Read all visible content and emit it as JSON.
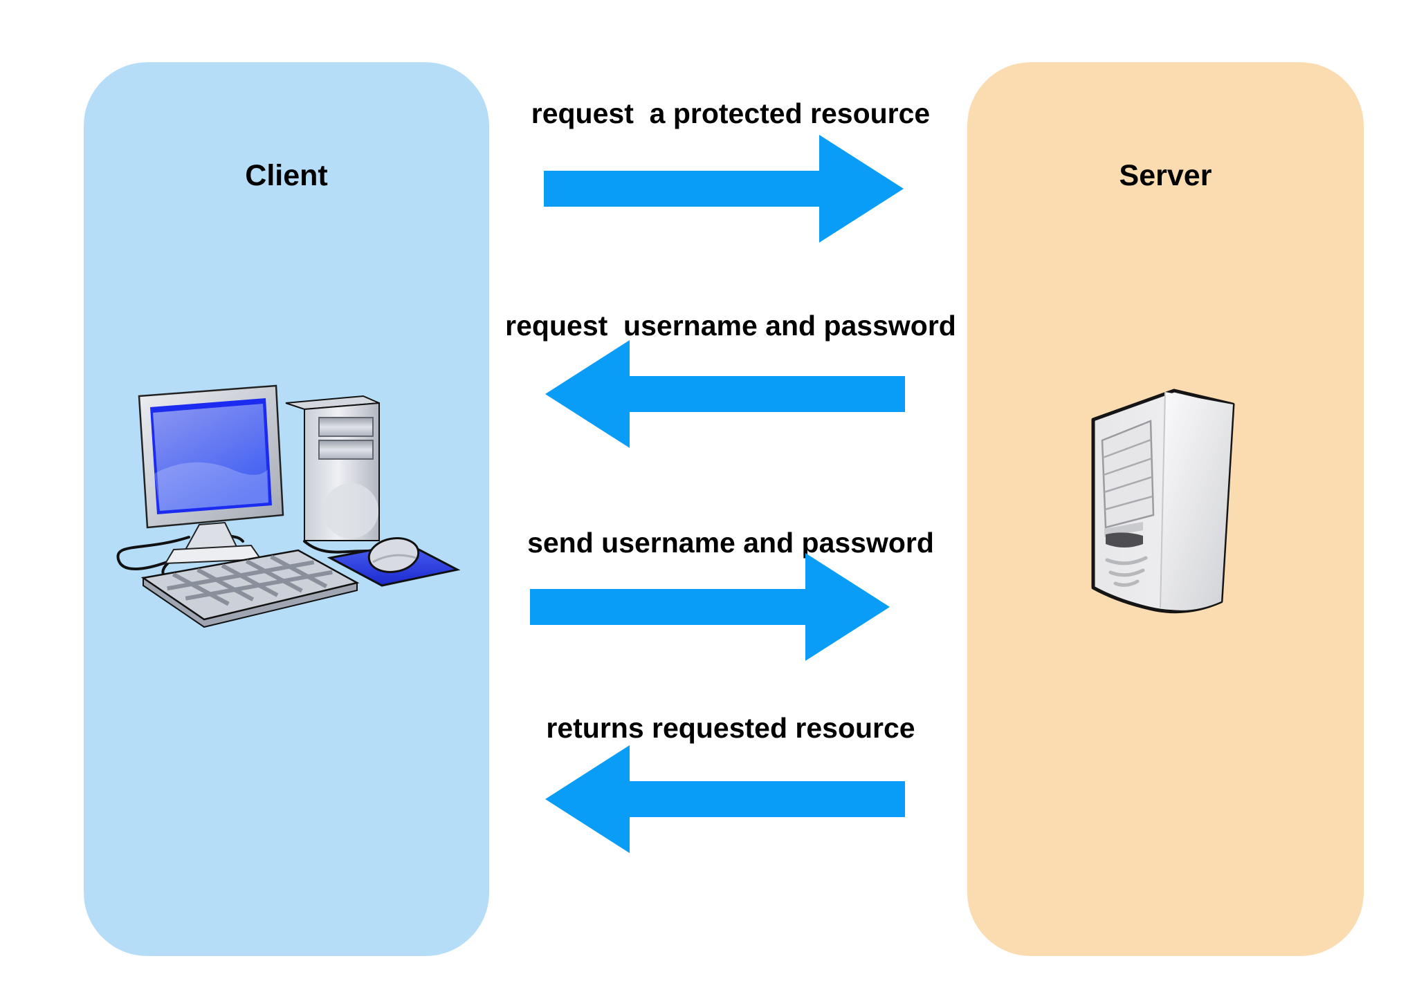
{
  "diagram": {
    "type": "sequence-flow",
    "client": {
      "label": "Client",
      "icon": "desktop-computer-icon"
    },
    "server": {
      "label": "Server",
      "icon": "server-tower-icon"
    },
    "messages": [
      {
        "label": "request  a protected resource",
        "direction": "right",
        "icon": "arrow-right-icon"
      },
      {
        "label": "request  username and password",
        "direction": "left",
        "icon": "arrow-left-icon"
      },
      {
        "label": "send username and password",
        "direction": "right",
        "icon": "arrow-right-icon"
      },
      {
        "label": "returns requested resource",
        "direction": "left",
        "icon": "arrow-left-icon"
      }
    ],
    "colors": {
      "background": "#ffffff",
      "text": "#000000",
      "client_panel": "#b5ddf7",
      "server_panel": "#fbdcb1",
      "arrow": "#0a9df8"
    }
  }
}
